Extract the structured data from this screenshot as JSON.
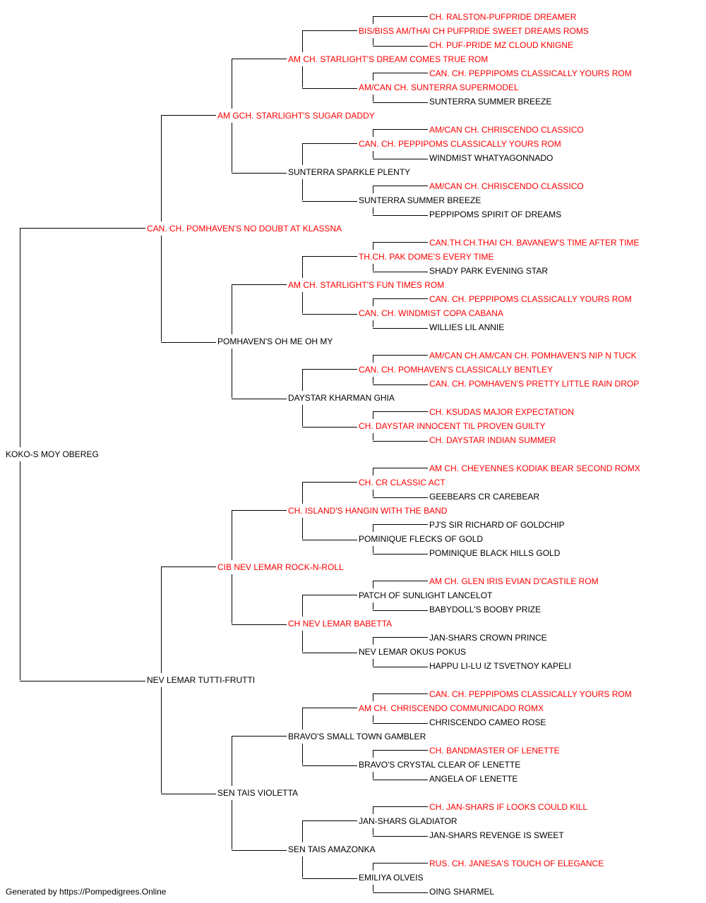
{
  "subject": {
    "name": "KOKO-S MOY OBEREG",
    "red": false
  },
  "footer": "Generated by https://Pompedigrees.Online",
  "generations": [
    [
      {
        "name": "CAN. CH. POMHAVEN'S NO DOUBT AT KLASSNA",
        "red": true
      },
      {
        "name": "NEV LEMAR TUTTI-FRUTTI",
        "red": false
      }
    ],
    [
      {
        "name": "AM GCH. STARLIGHT'S SUGAR DADDY",
        "red": true
      },
      {
        "name": "POMHAVEN'S OH ME OH MY",
        "red": false
      },
      {
        "name": "CIB NEV LEMAR ROCK-N-ROLL",
        "red": true
      },
      {
        "name": "SEN TAIS VIOLETTA",
        "red": false
      }
    ],
    [
      {
        "name": "AM CH. STARLIGHT'S DREAM COMES TRUE ROM",
        "red": true
      },
      {
        "name": "SUNTERRA SPARKLE PLENTY",
        "red": false
      },
      {
        "name": "AM CH. STARLIGHT'S FUN TIMES ROM",
        "red": true
      },
      {
        "name": "DAYSTAR KHARMAN GHIA",
        "red": false
      },
      {
        "name": "CH. ISLAND'S HANGIN WITH THE BAND",
        "red": true
      },
      {
        "name": "CH NEV LEMAR BABETTA",
        "red": true
      },
      {
        "name": "BRAVO'S SMALL TOWN GAMBLER",
        "red": false
      },
      {
        "name": "SEN TAIS AMAZONKA",
        "red": false
      }
    ],
    [
      {
        "name": "BIS/BISS AM/THAI CH PUFPRIDE SWEET DREAMS ROMS",
        "red": true
      },
      {
        "name": "AM/CAN CH. SUNTERRA SUPERMODEL",
        "red": true
      },
      {
        "name": "CAN. CH. PEPPIPOMS CLASSICALLY YOURS ROM",
        "red": true
      },
      {
        "name": "SUNTERRA SUMMER BREEZE",
        "red": false
      },
      {
        "name": "TH.CH. PAK DOME'S EVERY TIME",
        "red": true
      },
      {
        "name": "CAN. CH. WINDMIST COPA CABANA",
        "red": true
      },
      {
        "name": "CAN. CH. POMHAVEN'S CLASSICALLY BENTLEY",
        "red": true
      },
      {
        "name": "CH. DAYSTAR INNOCENT TIL PROVEN GUILTY",
        "red": true
      },
      {
        "name": "CH. CR CLASSIC ACT",
        "red": true
      },
      {
        "name": "POMINIQUE FLECKS OF GOLD",
        "red": false
      },
      {
        "name": "PATCH OF SUNLIGHT LANCELOT",
        "red": false
      },
      {
        "name": "NEV LEMAR OKUS POKUS",
        "red": false
      },
      {
        "name": "AM CH. CHRISCENDO COMMUNICADO ROMX",
        "red": true
      },
      {
        "name": "BRAVO'S CRYSTAL CLEAR OF LENETTE",
        "red": false
      },
      {
        "name": "JAN-SHARS GLADIATOR",
        "red": false
      },
      {
        "name": "EMILIYA OLVEIS",
        "red": false
      }
    ],
    [
      {
        "name": "CH. RALSTON-PUFPRIDE DREAMER",
        "red": true
      },
      {
        "name": "CH. PUF-PRIDE MZ CLOUD KNIGNE",
        "red": true
      },
      {
        "name": "CAN. CH. PEPPIPOMS CLASSICALLY YOURS ROM",
        "red": true
      },
      {
        "name": "SUNTERRA SUMMER BREEZE",
        "red": false
      },
      {
        "name": "AM/CAN CH. CHRISCENDO CLASSICO",
        "red": true
      },
      {
        "name": "WINDMIST WHATYAGONNADO",
        "red": false
      },
      {
        "name": "AM/CAN CH. CHRISCENDO CLASSICO",
        "red": true
      },
      {
        "name": "PEPPIPOMS SPIRIT OF DREAMS",
        "red": false
      },
      {
        "name": "CAN.TH.CH.THAI CH. BAVANEW'S TIME AFTER TIME",
        "red": true
      },
      {
        "name": "SHADY PARK EVENING STAR",
        "red": false
      },
      {
        "name": "CAN. CH. PEPPIPOMS CLASSICALLY YOURS ROM",
        "red": true
      },
      {
        "name": "WILLIES LIL ANNIE",
        "red": false
      },
      {
        "name": "AM/CAN CH.AM/CAN CH. POMHAVEN'S NIP N TUCK",
        "red": true
      },
      {
        "name": "CAN. CH. POMHAVEN'S PRETTY LITTLE RAIN DROP",
        "red": true
      },
      {
        "name": "CH. KSUDAS MAJOR EXPECTATION",
        "red": true
      },
      {
        "name": "CH. DAYSTAR INDIAN SUMMER",
        "red": true
      },
      {
        "name": "AM CH. CHEYENNES KODIAK BEAR SECOND ROMX",
        "red": true
      },
      {
        "name": "GEEBEARS CR CAREBEAR",
        "red": false
      },
      {
        "name": "PJ'S SIR RICHARD OF GOLDCHIP",
        "red": false
      },
      {
        "name": "POMINIQUE BLACK HILLS GOLD",
        "red": false
      },
      {
        "name": "AM CH. GLEN IRIS EVIAN D'CASTILE ROM",
        "red": true
      },
      {
        "name": "BABYDOLL'S BOOBY PRIZE",
        "red": false
      },
      {
        "name": "JAN-SHARS CROWN PRINCE",
        "red": false
      },
      {
        "name": "HAPPU LI-LU IZ TSVETNOY KAPELI",
        "red": false
      },
      {
        "name": "CAN. CH. PEPPIPOMS CLASSICALLY YOURS ROM",
        "red": true
      },
      {
        "name": "CHRISCENDO CAMEO ROSE",
        "red": false
      },
      {
        "name": "CH. BANDMASTER OF LENETTE",
        "red": true
      },
      {
        "name": "ANGELA OF LENETTE",
        "red": false
      },
      {
        "name": "CH. JAN-SHARS IF LOOKS COULD KILL",
        "red": true
      },
      {
        "name": "JAN-SHARS REVENGE IS SWEET",
        "red": false
      },
      {
        "name": "RUS. CH. JANESA'S TOUCH OF ELEGANCE",
        "red": true
      },
      {
        "name": "OING SHARMEL",
        "red": false
      }
    ]
  ]
}
